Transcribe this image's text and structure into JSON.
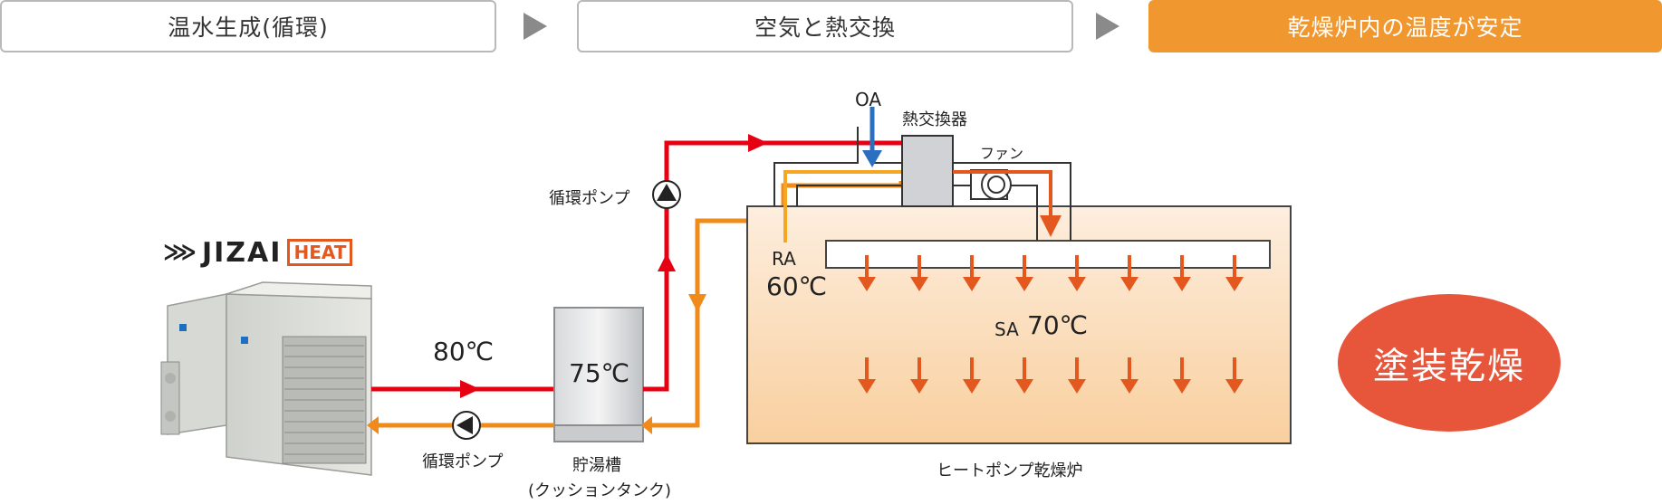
{
  "steps": [
    {
      "label": "温水生成(循環)",
      "state": "inactive"
    },
    {
      "label": "空気と熱交換",
      "state": "inactive"
    },
    {
      "label": "乾燥炉内の温度が安定",
      "state": "active"
    }
  ],
  "brand": {
    "name": "JIZAI",
    "badge": "HEAT"
  },
  "labels": {
    "pump_top": "循環ポンプ",
    "pump_bottom": "循環ポンプ",
    "supply_temp": "80℃",
    "tank_temp": "75℃",
    "tank_name": "貯湯槽",
    "tank_sub": "(クッションタンク)",
    "oa": "OA",
    "heat_exchanger": "熱交換器",
    "fan": "ファン",
    "ra": "RA",
    "ra_temp": "60℃",
    "sa": "SA",
    "sa_temp": "70℃",
    "furnace_name": "ヒートポンプ乾燥炉"
  },
  "badge": "塗装乾燥",
  "colors": {
    "hot_water": "#e60012",
    "return_water": "#f08a1a",
    "outside_air": "#2a6fc0",
    "supply_air": "#e2581f",
    "furnace_fill": "#fde3c4",
    "step_active": "#f0972f",
    "badge": "#e7553a"
  }
}
